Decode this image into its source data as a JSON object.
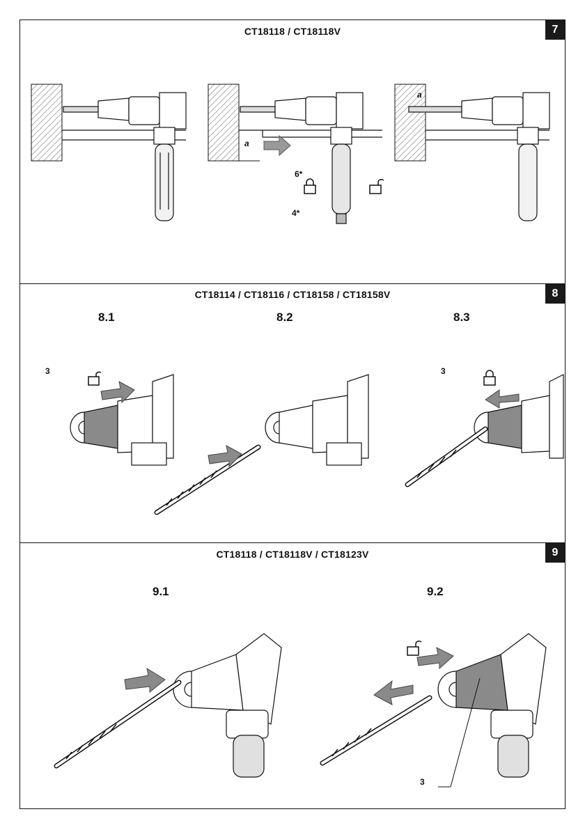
{
  "panel7": {
    "title": "CT18118 / CT18118V",
    "number": "7",
    "labels": {
      "a1": "a",
      "a2": "a",
      "six": "6*",
      "four": "4*"
    }
  },
  "panel8": {
    "title": "CT18114 / CT18116 / CT18158 /  CT18158V",
    "number": "8",
    "steps": [
      "8.1",
      "8.2",
      "8.3"
    ],
    "labels": {
      "three_left": "3",
      "three_right": "3"
    }
  },
  "panel9": {
    "title": "CT18118 / CT18118V / CT18123V",
    "number": "9",
    "steps": [
      "9.1",
      "9.2"
    ],
    "labels": {
      "three": "3"
    }
  },
  "icons": [
    "unlock-icon",
    "lock-icon",
    "arrow-icon"
  ],
  "colors": {
    "arrow_fill": "#9a9a9a",
    "line": "#111111",
    "hatch": "#555555",
    "badge_bg": "#1a1a1a"
  }
}
